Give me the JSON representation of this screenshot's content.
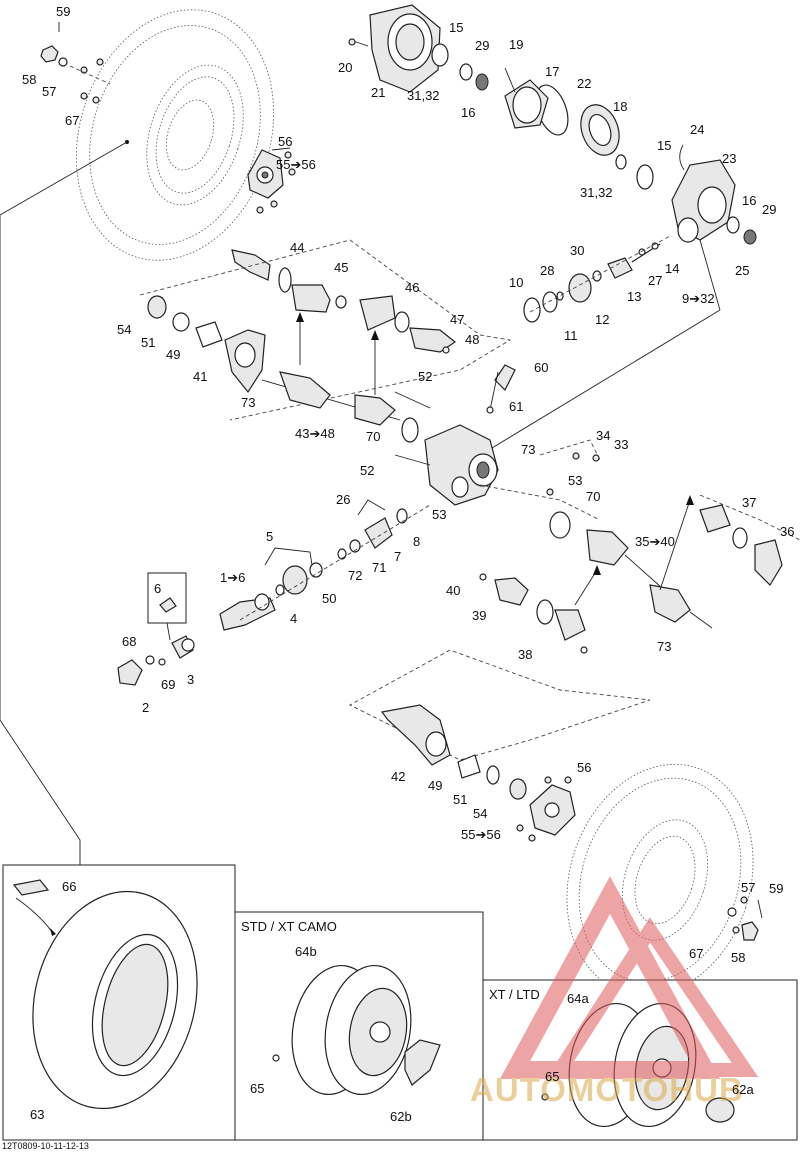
{
  "doc_code": "12T0809-10-11-12-13",
  "watermark": "AUTOMOTOHUB",
  "sections": {
    "std": "STD / XT CAMO",
    "xt": "XT / LTD"
  },
  "callouts": {
    "c59a": "59",
    "c58a": "58",
    "c57a": "57",
    "c67a": "67",
    "c56a": "56",
    "c55a": "55➔56",
    "c20": "20",
    "c21": "21",
    "c15a": "15",
    "c29a": "29",
    "c31a": "31,32",
    "c16a": "16",
    "c19": "19",
    "c17": "17",
    "c22": "22",
    "c18": "18",
    "c31b": "31,32",
    "c15b": "15",
    "c24": "24",
    "c23": "23",
    "c16b": "16",
    "c29b": "29",
    "c25": "25",
    "c30": "30",
    "c28": "28",
    "c10": "10",
    "c11": "11",
    "c12": "12",
    "c13": "13",
    "c27": "27",
    "c14": "14",
    "c9": "9➔32",
    "c44": "44",
    "c45": "45",
    "c46": "46",
    "c47": "47",
    "c48": "48",
    "c54a": "54",
    "c51a": "51",
    "c49a": "49",
    "c41": "41",
    "c73a": "73",
    "c4348": "43➔48",
    "c60": "60",
    "c52a": "52",
    "c61": "61",
    "c70a": "70",
    "c73b": "73",
    "c34": "34",
    "c33": "33",
    "c52b": "52",
    "c53a": "53",
    "c53b": "53",
    "c70b": "70",
    "c26": "26",
    "c5": "5",
    "c8": "8",
    "c7": "7",
    "c71": "71",
    "c72": "72",
    "c50": "50",
    "c16": "1➔6",
    "c4": "4",
    "c6": "6",
    "c68": "68",
    "c69": "69",
    "c3": "3",
    "c2": "2",
    "c37": "37",
    "c36": "36",
    "c3540": "35➔40",
    "c40": "40",
    "c39": "39",
    "c38": "38",
    "c73c": "73",
    "c56b": "56",
    "c42": "42",
    "c49b": "49",
    "c51b": "51",
    "c54b": "54",
    "c55b": "55➔56",
    "c57b": "57",
    "c59b": "59",
    "c67b": "67",
    "c58b": "58",
    "c66": "66",
    "c63": "63",
    "c64b": "64b",
    "c65a": "65",
    "c62b": "62b",
    "c64a": "64a",
    "c65b": "65",
    "c62a": "62a"
  }
}
